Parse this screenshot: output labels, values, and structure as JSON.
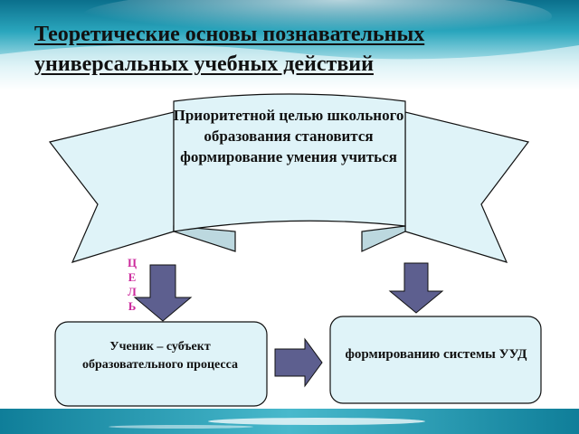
{
  "slide": {
    "title": "Теоретические основы познавательных универсальных учебных действий"
  },
  "banner": {
    "text": "Приоритетной целью школьного образования становится формирование умения учиться"
  },
  "side_label": {
    "letters": [
      "Ц",
      "Е",
      "Л",
      "Ь"
    ]
  },
  "boxes": {
    "left": "Ученик – субъект образовательного процесса",
    "right": "формированию системы УУД"
  },
  "colors": {
    "banner_fill": "#dff3f8",
    "arrow_fill": "#5d5f8f",
    "label_color": "#cc2a9c",
    "header_sea": "#1e8fa8"
  }
}
